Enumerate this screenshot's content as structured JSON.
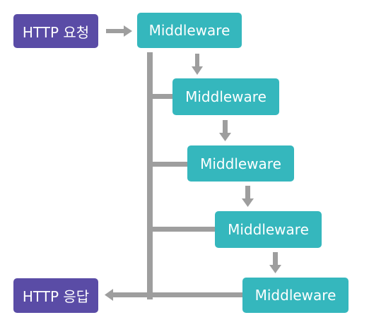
{
  "request": {
    "label": "HTTP 요청"
  },
  "response": {
    "label": "HTTP 응답"
  },
  "middlewares": [
    {
      "label": "Middleware"
    },
    {
      "label": "Middleware"
    },
    {
      "label": "Middleware"
    },
    {
      "label": "Middleware"
    },
    {
      "label": "Middleware"
    }
  ],
  "colors": {
    "endpoint": "#5a4ca6",
    "middleware": "#35b7bd",
    "connector": "#9e9e9e"
  }
}
